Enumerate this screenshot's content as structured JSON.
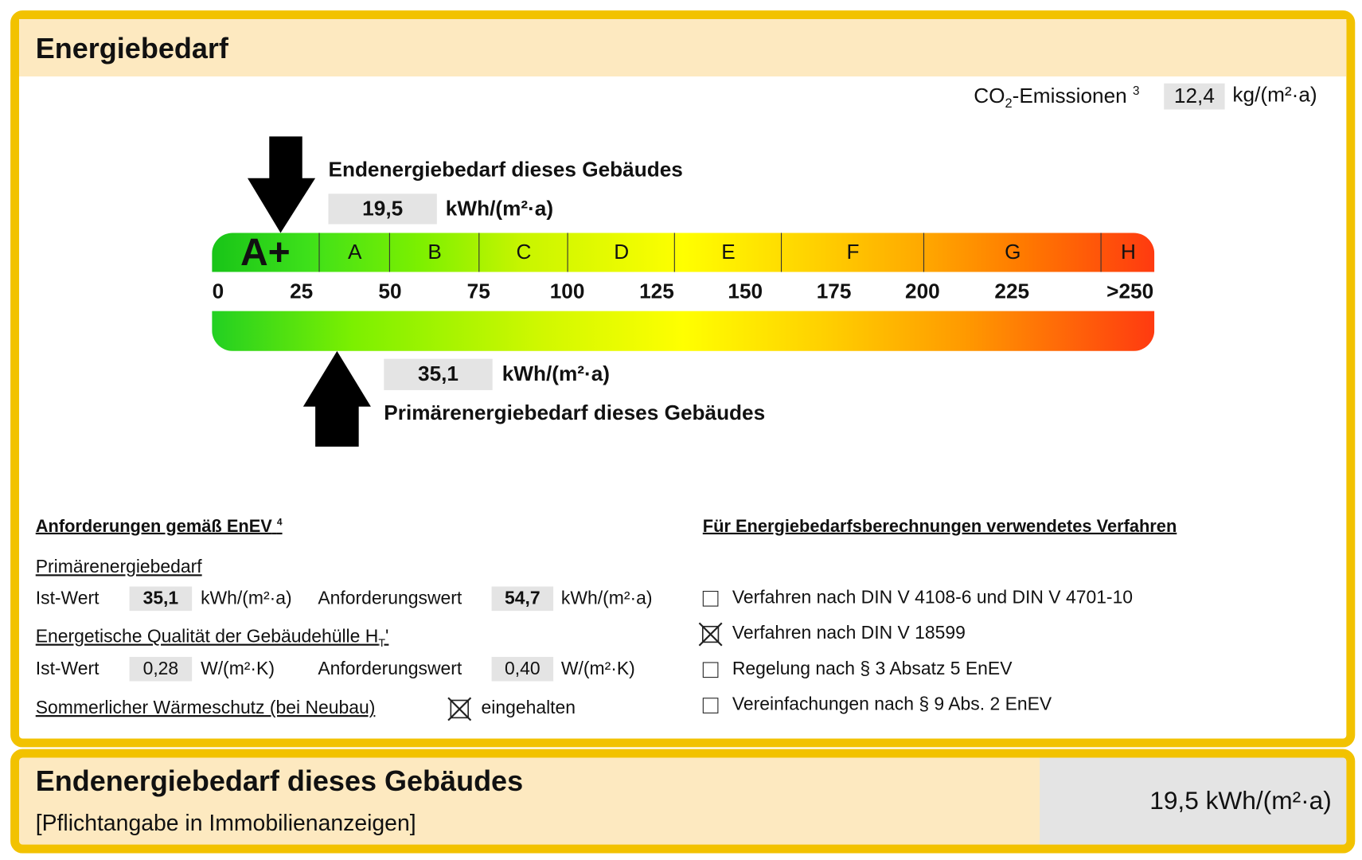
{
  "header": {
    "title": "Energiebedarf"
  },
  "co2": {
    "label": "CO",
    "sub": "2",
    "label_rest": "-Emissionen",
    "footnote": "3",
    "value": "12,4",
    "unit": "kg/(m²·a)"
  },
  "end_energy": {
    "label": "Endenergiebedarf dieses Gebäudes",
    "value": "19,5",
    "unit": "kWh/(m²·a)"
  },
  "primary_energy": {
    "label": "Primärenergiebedarf dieses Gebäudes",
    "value": "35,1",
    "unit": "kWh/(m²·a)"
  },
  "scale": {
    "classes": [
      "A+",
      "A",
      "B",
      "C",
      "D",
      "E",
      "F",
      "G",
      "H"
    ],
    "class_bounds": [
      0,
      30,
      50,
      75,
      100,
      130,
      160,
      200,
      250
    ],
    "ticks": [
      "0",
      "25",
      "50",
      "75",
      "100",
      "125",
      "150",
      "175",
      "200",
      "225",
      ">250"
    ],
    "colors": {
      "green": "#22cc22",
      "yellow": "#ffff00",
      "orange": "#ff9900",
      "red": "#ff3300"
    }
  },
  "requirements": {
    "title": "Anforderungen gemäß EnEV",
    "footnote": "4",
    "primary": {
      "title": "Primärenergiebedarf",
      "ist_label": "Ist-Wert",
      "ist_value": "35,1",
      "ist_unit": "kWh/(m²·a)",
      "req_label": "Anforderungswert",
      "req_value": "54,7",
      "req_unit": "kWh/(m²·a)"
    },
    "envelope": {
      "title": "Energetische Qualität der Gebäudehülle H",
      "sub": "T",
      "prime": "'",
      "ist_label": "Ist-Wert",
      "ist_value": "0,28",
      "ist_unit": "W/(m²·K)",
      "req_label": "Anforderungswert",
      "req_value": "0,40",
      "req_unit": "W/(m²·K)"
    },
    "summer": {
      "title": "Sommerlicher Wärmeschutz (bei Neubau)",
      "status": "eingehalten",
      "checked": true
    }
  },
  "methods": {
    "title": "Für Energiebedarfsberechnungen verwendetes Verfahren",
    "items": [
      {
        "label": "Verfahren nach DIN V 4108-6 und DIN V 4701-10",
        "checked": false
      },
      {
        "label": "Verfahren nach DIN V 18599",
        "checked": true
      },
      {
        "label": "Regelung nach § 3 Absatz 5 EnEV",
        "checked": false
      },
      {
        "label": "Vereinfachungen nach § 9 Abs. 2 EnEV",
        "checked": false
      }
    ]
  },
  "footer": {
    "title": "Endenergiebedarf dieses Gebäudes",
    "subtitle": "[Pflichtangabe in Immobilienanzeigen]",
    "value": "19,5 kWh/(m²·a)"
  }
}
